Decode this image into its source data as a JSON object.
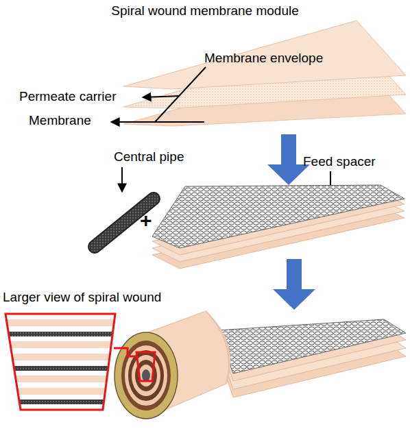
{
  "diagram": {
    "title": "Spiral wound membrane module",
    "labels": [
      "Membrane envelope",
      "Permeate carrier",
      "Membrane",
      "Central pipe",
      "Feed spacer",
      "+",
      "Larger view of spiral wound"
    ]
  }
}
